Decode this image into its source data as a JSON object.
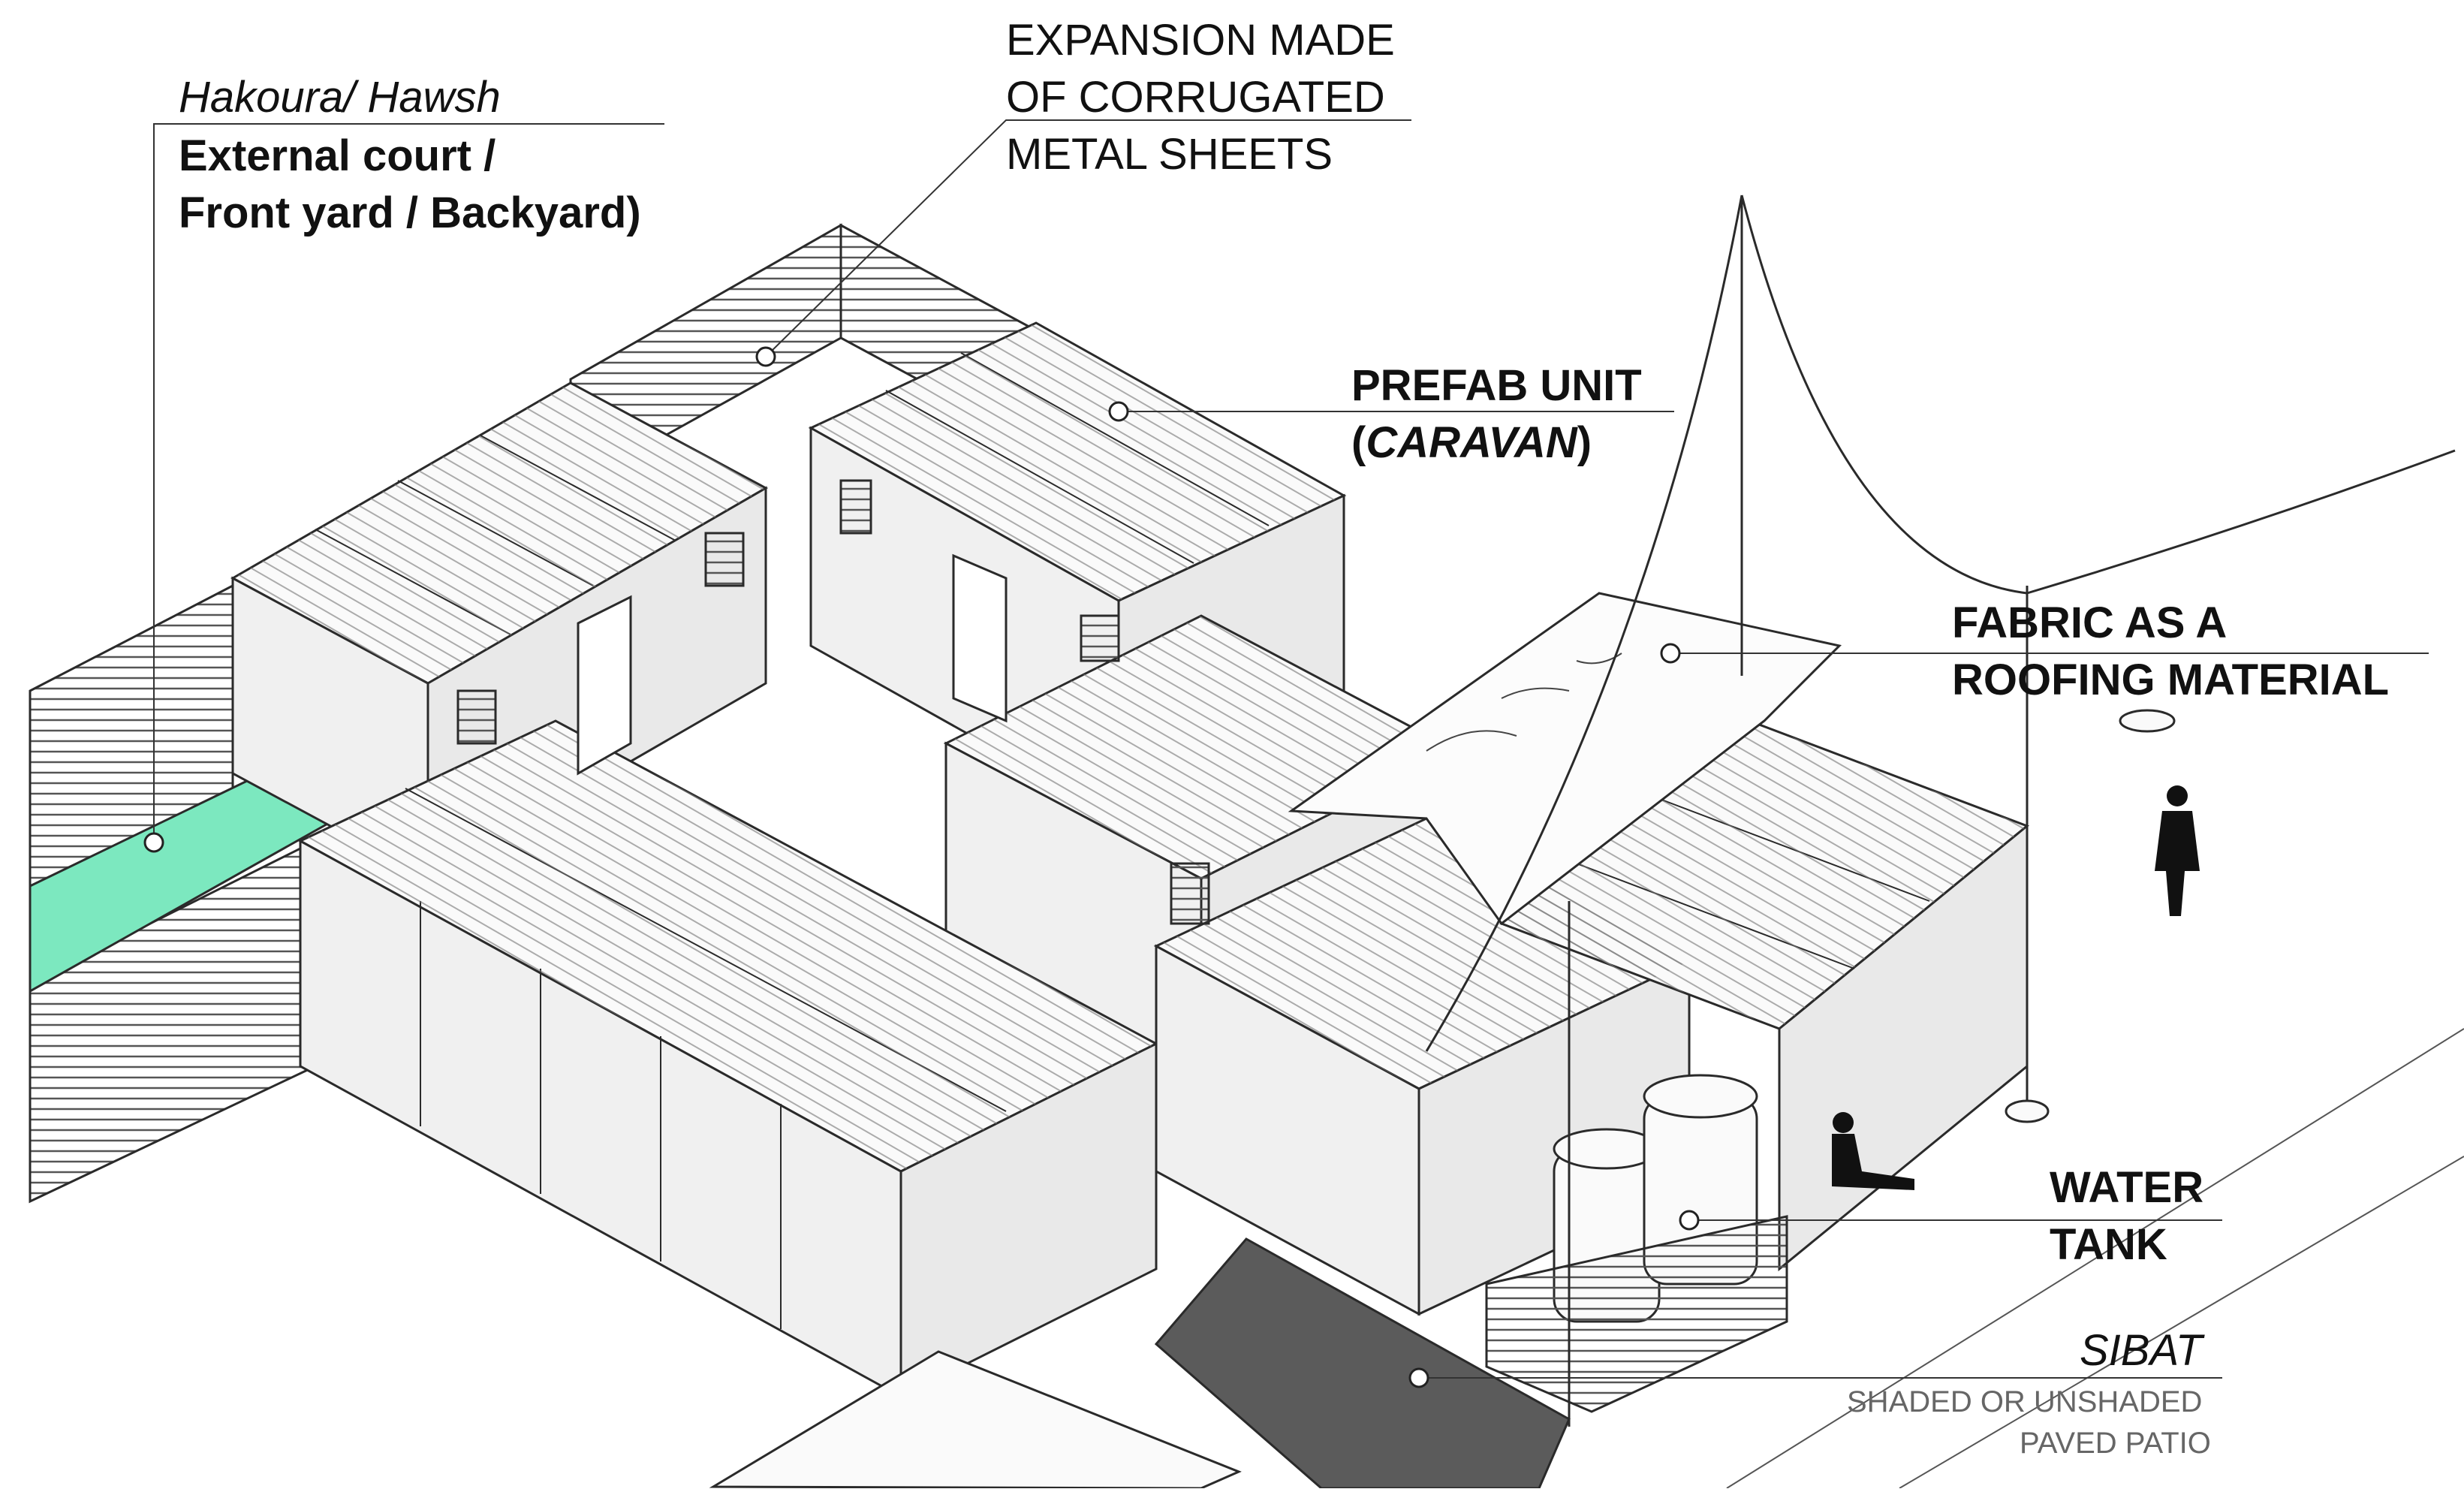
{
  "labels": {
    "hakoura_title": "Hakoura/ Hawsh",
    "hakoura_line1": "External court /",
    "hakoura_line2": "Front yard / Backyard)",
    "expansion_line1": "EXPANSION MADE",
    "expansion_line2": "OF CORRUGATED",
    "expansion_line3": "METAL SHEETS",
    "prefab_line1": "PREFAB UNIT",
    "prefab_open": "(",
    "prefab_caravan": "CARAVAN",
    "prefab_close": ")",
    "fabric_line1": "FABRIC AS A",
    "fabric_line2": "ROOFING MATERIAL",
    "water_line1": "WATER",
    "water_line2": "TANK",
    "sibat_title": "SIBAT",
    "sibat_line1": "SHADED OR UNSHADED",
    "sibat_line2": "PAVED PATIO"
  },
  "colors": {
    "court_fill": "#7ce8bf",
    "patio_fill": "#5b5b5b",
    "stroke": "#2a2a2a",
    "wall_fill": "#efefef",
    "roof_fill": "#f8f8f8"
  },
  "icons": [
    "person-standing-icon",
    "person-sitting-icon",
    "water-tank-icon",
    "street-lamp-icon"
  ]
}
